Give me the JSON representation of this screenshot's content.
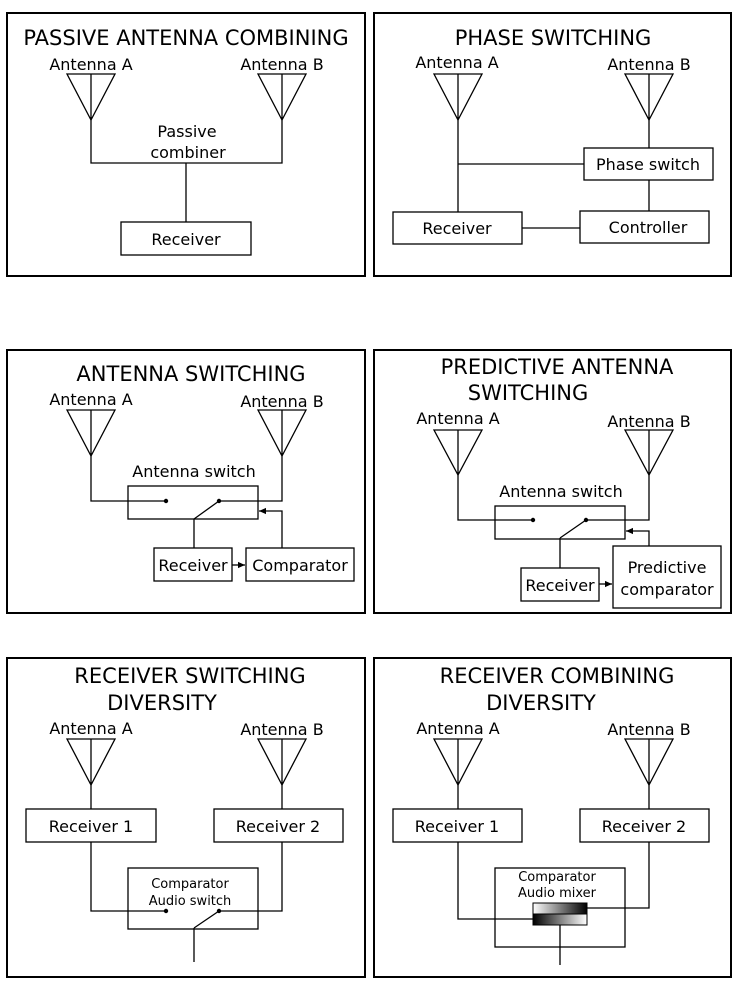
{
  "panels": [
    {
      "title": [
        "PASSIVE ANTENNA COMBINING"
      ],
      "antenna_a": "Antenna A",
      "antenna_b": "Antenna B",
      "combiner": [
        "Passive",
        "combiner"
      ],
      "receiver": "Receiver"
    },
    {
      "title": [
        "PHASE SWITCHING"
      ],
      "antenna_a": "Antenna A",
      "antenna_b": "Antenna B",
      "phase_switch": "Phase switch",
      "receiver": "Receiver",
      "controller": "Controller"
    },
    {
      "title": [
        "ANTENNA SWITCHING"
      ],
      "antenna_a": "Antenna A",
      "antenna_b": "Antenna B",
      "switch": "Antenna switch",
      "receiver": "Receiver",
      "comparator": [
        "Comparator"
      ]
    },
    {
      "title": [
        "PREDICTIVE ANTENNA",
        "SWITCHING"
      ],
      "antenna_a": "Antenna A",
      "antenna_b": "Antenna B",
      "switch": "Antenna switch",
      "receiver": "Receiver",
      "comparator": [
        "Predictive",
        "comparator"
      ]
    },
    {
      "title": [
        "RECEIVER SWITCHING",
        "DIVERSITY"
      ],
      "antenna_a": "Antenna A",
      "antenna_b": "Antenna B",
      "receiver_1": "Receiver 1",
      "receiver_2": "Receiver 2",
      "unit": [
        "Comparator",
        "Audio switch"
      ]
    },
    {
      "title": [
        "RECEIVER COMBINING",
        "DIVERSITY"
      ],
      "antenna_a": "Antenna A",
      "antenna_b": "Antenna B",
      "receiver_1": "Receiver 1",
      "receiver_2": "Receiver 2",
      "unit": [
        "Comparator",
        "Audio mixer"
      ]
    }
  ]
}
